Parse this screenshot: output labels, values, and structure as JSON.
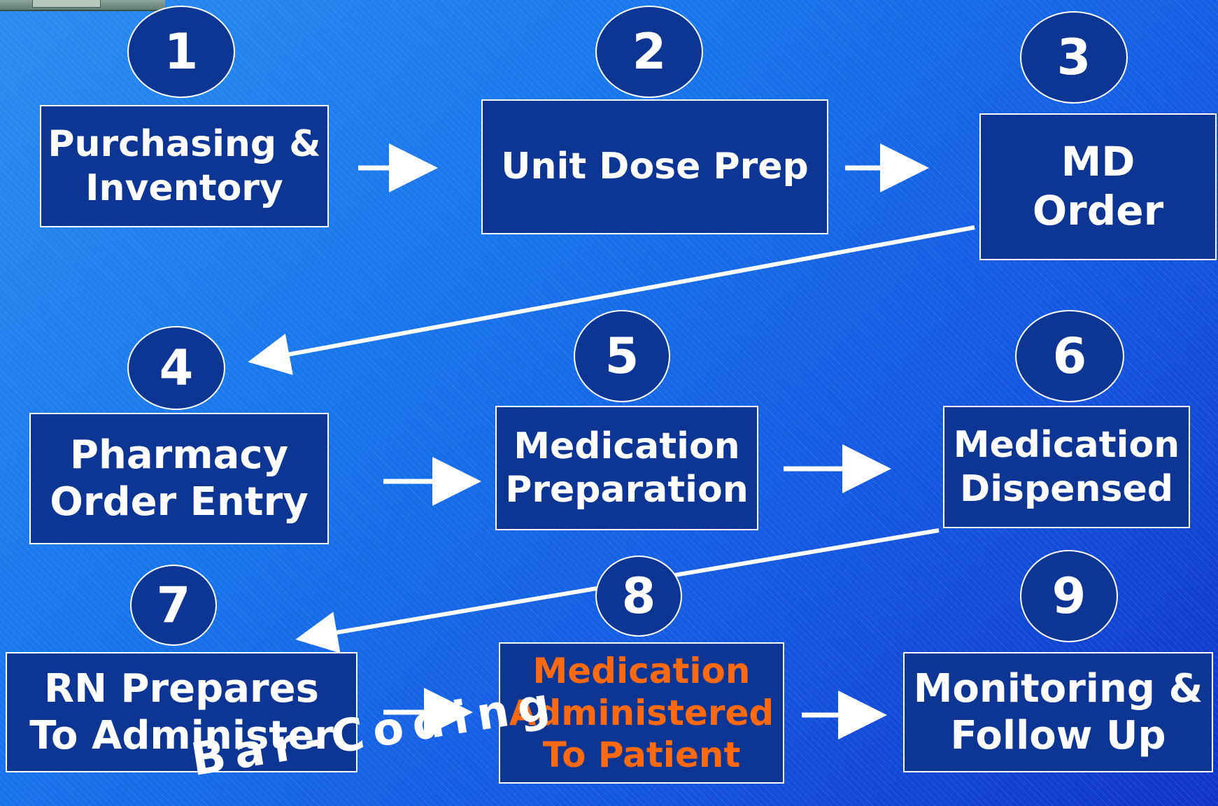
{
  "colors": {
    "box_fill": "#0c3594",
    "text": "#ffffff",
    "highlight_text": "#ff6a10",
    "background": "#1a6ee8"
  },
  "steps": [
    {
      "number": "1",
      "lines": [
        "Purchasing &",
        "Inventory"
      ]
    },
    {
      "number": "2",
      "lines": [
        "Unit Dose Prep"
      ]
    },
    {
      "number": "3",
      "lines": [
        "MD",
        "Order"
      ]
    },
    {
      "number": "4",
      "lines": [
        "Pharmacy",
        "Order Entry"
      ]
    },
    {
      "number": "5",
      "lines": [
        "Medication",
        "Preparation"
      ]
    },
    {
      "number": "6",
      "lines": [
        "Medication",
        "Dispensed"
      ]
    },
    {
      "number": "7",
      "lines": [
        "RN Prepares",
        "To Administer"
      ]
    },
    {
      "number": "8",
      "lines": [
        "Medication",
        "Administered",
        "To Patient"
      ],
      "highlighted": true
    },
    {
      "number": "9",
      "lines": [
        "Monitoring &",
        "Follow Up"
      ]
    }
  ],
  "annotation": "Bar-Coding"
}
